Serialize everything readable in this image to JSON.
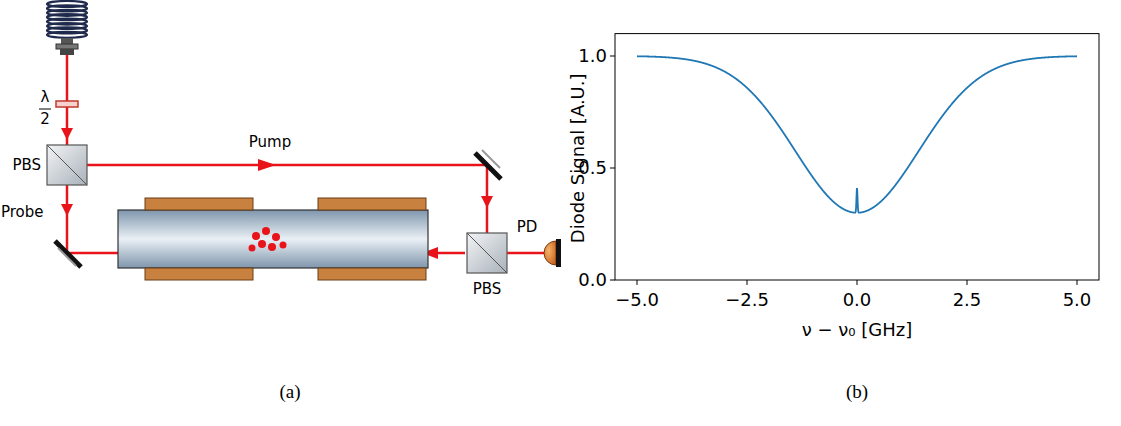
{
  "diagram": {
    "labels": [
      "λ",
      "2",
      "PBS",
      "Pump",
      "Probe",
      "PBS",
      "PD",
      "1.0",
      "0.5",
      "0.0",
      "−5.0",
      "−2.5",
      "0.0",
      "2.5",
      "5.0",
      "Diode Signal [A.U.]",
      "ν − ν₀ [GHz]",
      "(a)",
      "(b)"
    ]
  }
}
